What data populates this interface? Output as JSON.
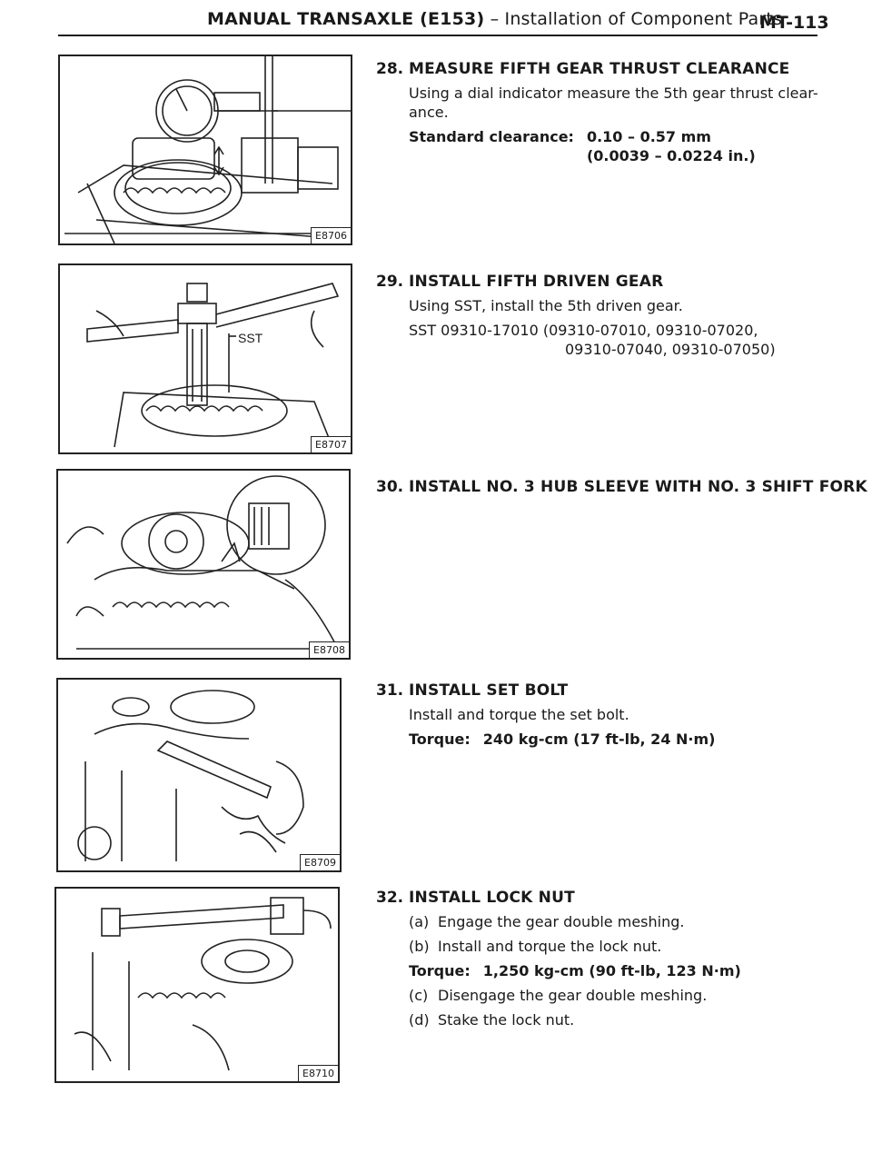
{
  "header": {
    "title_main": "MANUAL TRANSAXLE (E153)",
    "title_sep": " – ",
    "title_sub": "Installation of Component Parts",
    "page_number": "MT-113"
  },
  "figures": [
    {
      "code": "E8706"
    },
    {
      "code": "E8707",
      "label": "SST"
    },
    {
      "code": "E8708"
    },
    {
      "code": "E8709"
    },
    {
      "code": "E8710"
    }
  ],
  "steps": [
    {
      "number": "28.",
      "heading": "MEASURE FIFTH GEAR THRUST CLEARANCE",
      "text": "Using a dial indicator measure the 5th gear thrust clear-ance.",
      "spec_label": "Standard clearance:",
      "spec_value": "0.10 – 0.57 mm",
      "spec_value2": "(0.0039 – 0.0224 in.)"
    },
    {
      "number": "29.",
      "heading": "INSTALL FIFTH DRIVEN GEAR",
      "text": "Using SST, install the 5th driven gear.",
      "sst_line1": "SST 09310-17010 (09310-07010, 09310-07020,",
      "sst_line2": "09310-07040, 09310-07050)"
    },
    {
      "number": "30.",
      "heading": "INSTALL NO. 3 HUB SLEEVE WITH NO. 3 SHIFT FORK"
    },
    {
      "number": "31.",
      "heading": "INSTALL SET BOLT",
      "text": "Install and torque the set bolt.",
      "spec_label": "Torque:",
      "spec_value": "240 kg-cm (17 ft-lb, 24 N·m)"
    },
    {
      "number": "32.",
      "heading": "INSTALL LOCK NUT",
      "items": [
        {
          "mark": "(a)",
          "text": "Engage the gear double meshing."
        },
        {
          "mark": "(b)",
          "text": "Install and torque the lock nut."
        },
        {
          "mark": "(c)",
          "text": "Disengage the gear double meshing."
        },
        {
          "mark": "(d)",
          "text": "Stake the lock nut."
        }
      ],
      "spec_label": "Torque:",
      "spec_value": "1,250 kg-cm (90 ft-lb, 123 N·m)"
    }
  ]
}
